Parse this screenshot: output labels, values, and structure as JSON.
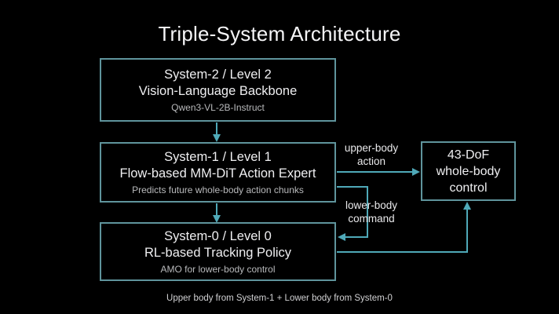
{
  "title": "Triple-System Architecture",
  "diagram": {
    "system2": {
      "title": "System-2 / Level 2",
      "subtitle": "Vision-Language Backbone",
      "detail": "Qwen3-VL-2B-Instruct"
    },
    "system1": {
      "title": "System-1 / Level 1",
      "subtitle": "Flow-based MM-DiT Action Expert",
      "detail": "Predicts future whole-body action chunks"
    },
    "system0": {
      "title": "System-0 / Level 0",
      "subtitle": "RL-based Tracking Policy",
      "detail": "AMO for lower-body control"
    },
    "output_box": {
      "line1": "43-DoF",
      "line2": "whole-body",
      "line3": "control"
    },
    "edge_labels": {
      "upper_line1": "upper-body",
      "upper_line2": "action",
      "lower_line1": "lower-body",
      "lower_line2": "command"
    }
  },
  "caption": "Upper body from System-1 + Lower body from System-0",
  "colors": {
    "background": "#000000",
    "box_border": "#5f949c",
    "arrow": "#4fa9b8",
    "primary_text": "#efeff1",
    "secondary_text": "#b9babc"
  }
}
